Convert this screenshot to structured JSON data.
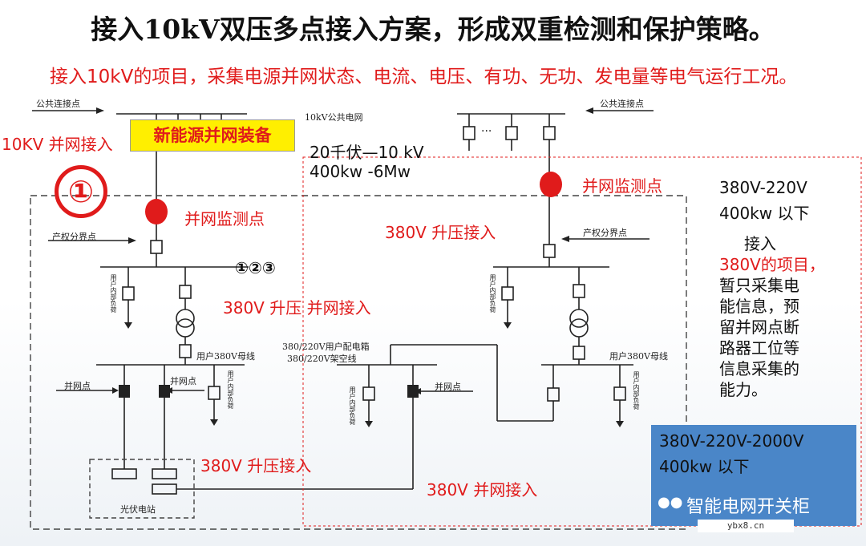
{
  "title": "接入10kV双压多点接入方案，形成双重检测和保护策略。",
  "subtitle": "接入10kV的项目，采集电源并网状态、电流、电压、有功、无功、发电量等电气运行工况。",
  "left": {
    "pcc_label": "公共连接点",
    "access_10kv": "10KV 并网接入",
    "device_box": "新能源并网装备",
    "circle_one": "①",
    "monitor_point": "并网监测点",
    "property_boundary": "产权分界点",
    "nums_123": "①②③",
    "boost_parallel": "380V 升压 并网接入",
    "user_load": "用户内部负荷",
    "user_bus": "用户380V母线",
    "grid_point": "并网点",
    "boost_access_bottom": "380V 升压接入",
    "pv_station": "光伏电站"
  },
  "middle": {
    "grid_10kv": "10kV公共电网",
    "range_voltage": "20千伏—10 kV",
    "range_power": "400kw   -6Mw",
    "boost_access": "380V 升压接入",
    "distribution_box": "380/220V用户配电箱",
    "overhead_line": "380/220V架空线",
    "grid_point": "并网点",
    "user_load": "用户内部负荷",
    "parallel_access_bottom": "380V 并网接入",
    "dots": "···"
  },
  "right": {
    "pcc_label": "公共连接点",
    "monitor_point": "并网监测点",
    "property_boundary": "产权分界点",
    "user_load": "用户内部负荷",
    "user_bus": "用户380V母线",
    "voltage_range": "380V-220V",
    "power_range": "400kw  以下",
    "note_line1": "接入",
    "note_line2": "380V的项目，",
    "note_line3": "暂只采集电",
    "note_line4": "能信息，预",
    "note_line5": "留并网点断",
    "note_line6": "路器工位等",
    "note_line7": "信息采集的",
    "note_line8": "能力。"
  },
  "bluebox": {
    "voltage_range": "380V-220V-2000V",
    "power_range": "400kw  以下",
    "brand": "智能电网开关柜",
    "watermark": "ybx8.cn"
  },
  "colors": {
    "accent_red": "#e01b1b",
    "highlight_yellow": "#ffef00",
    "box_blue": "#4a86c8"
  }
}
